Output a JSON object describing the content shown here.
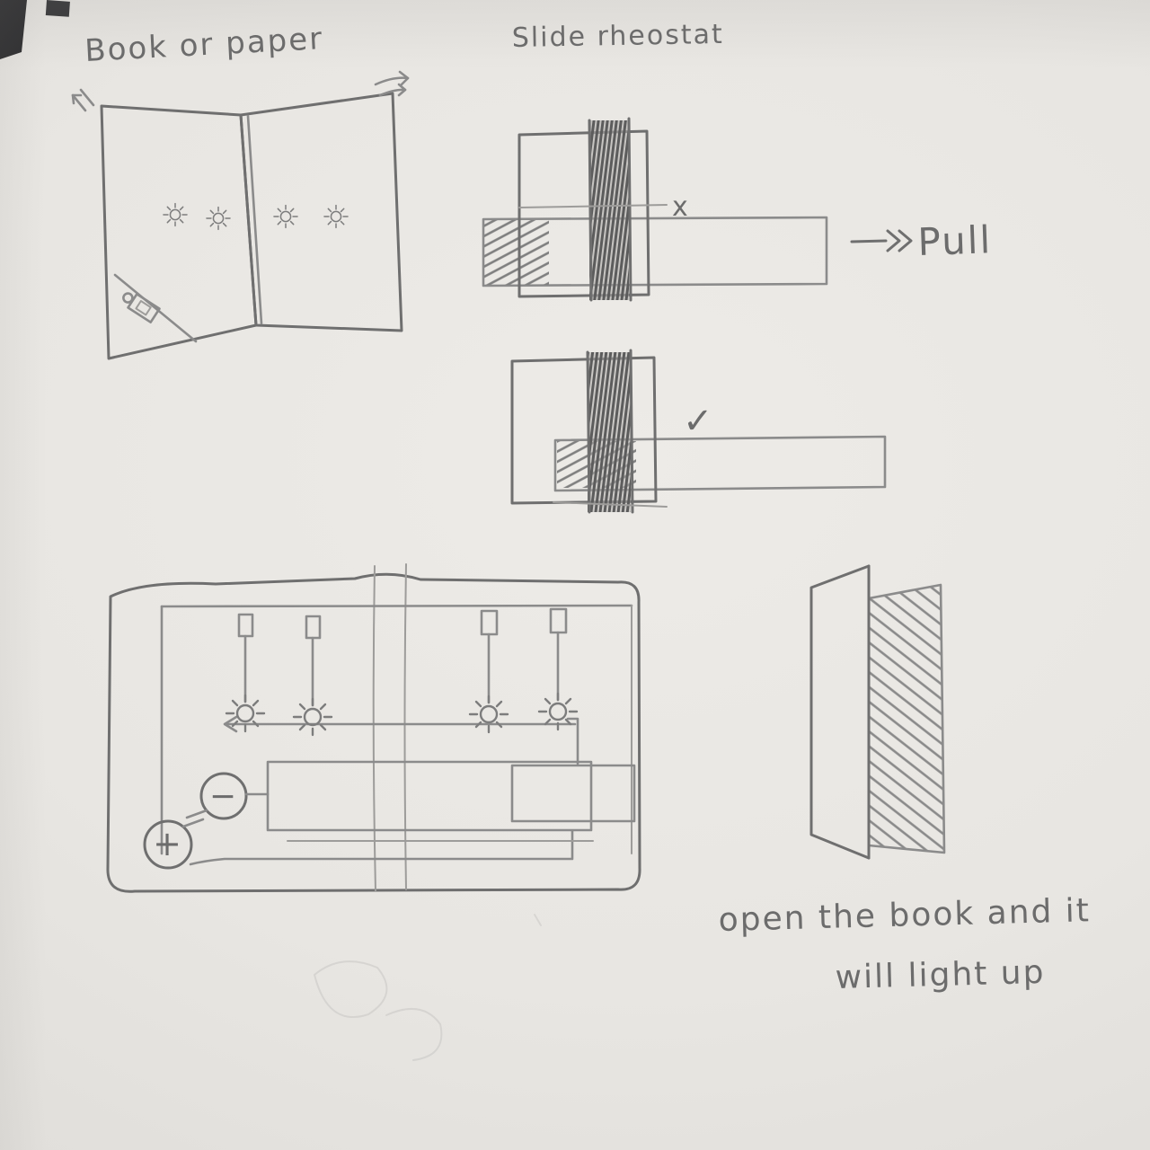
{
  "page": {
    "paper_color": "#e8e6e2",
    "pencil_color": "#8b8b8b",
    "dark_pencil_color": "#6f6f6f"
  },
  "sketch": {
    "book_label": "Book or paper",
    "rheostat_label": "Slide rheostat",
    "x_mark": "x",
    "check_mark": "✓",
    "pull_label": "Pull",
    "battery_plus": "+",
    "battery_minus": "−",
    "caption_line1": "open the book and it",
    "caption_line2": "will light up"
  },
  "icons": {
    "lamp": "sparkle-lamp",
    "pull_arrow": "double-chevron-right",
    "open_arrows": "book-opening-arrows",
    "battery": "battery-cells",
    "clip": "clip-switch"
  }
}
